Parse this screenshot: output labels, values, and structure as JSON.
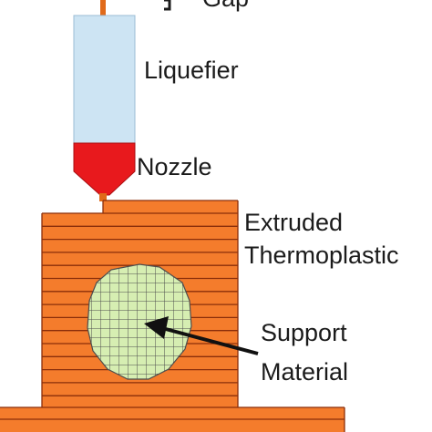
{
  "labels": {
    "gap": "Gap",
    "liquefier": "Liquefier",
    "nozzle": "Nozzle",
    "extruded_line1": "Extruded",
    "extruded_line2": "Thermoplastic",
    "support_line1": "Support",
    "support_line2": "Material"
  },
  "colors": {
    "liquefier_fill": "#cde4f3",
    "nozzle_fill": "#e8191d",
    "thermoplastic_fill": "#f47c2c",
    "layer_line": "#8a2e0a",
    "support_fill": "#d6eeb2",
    "support_grid": "#4d4d4d",
    "arrow": "#111111",
    "text": "#1b1b1b"
  }
}
